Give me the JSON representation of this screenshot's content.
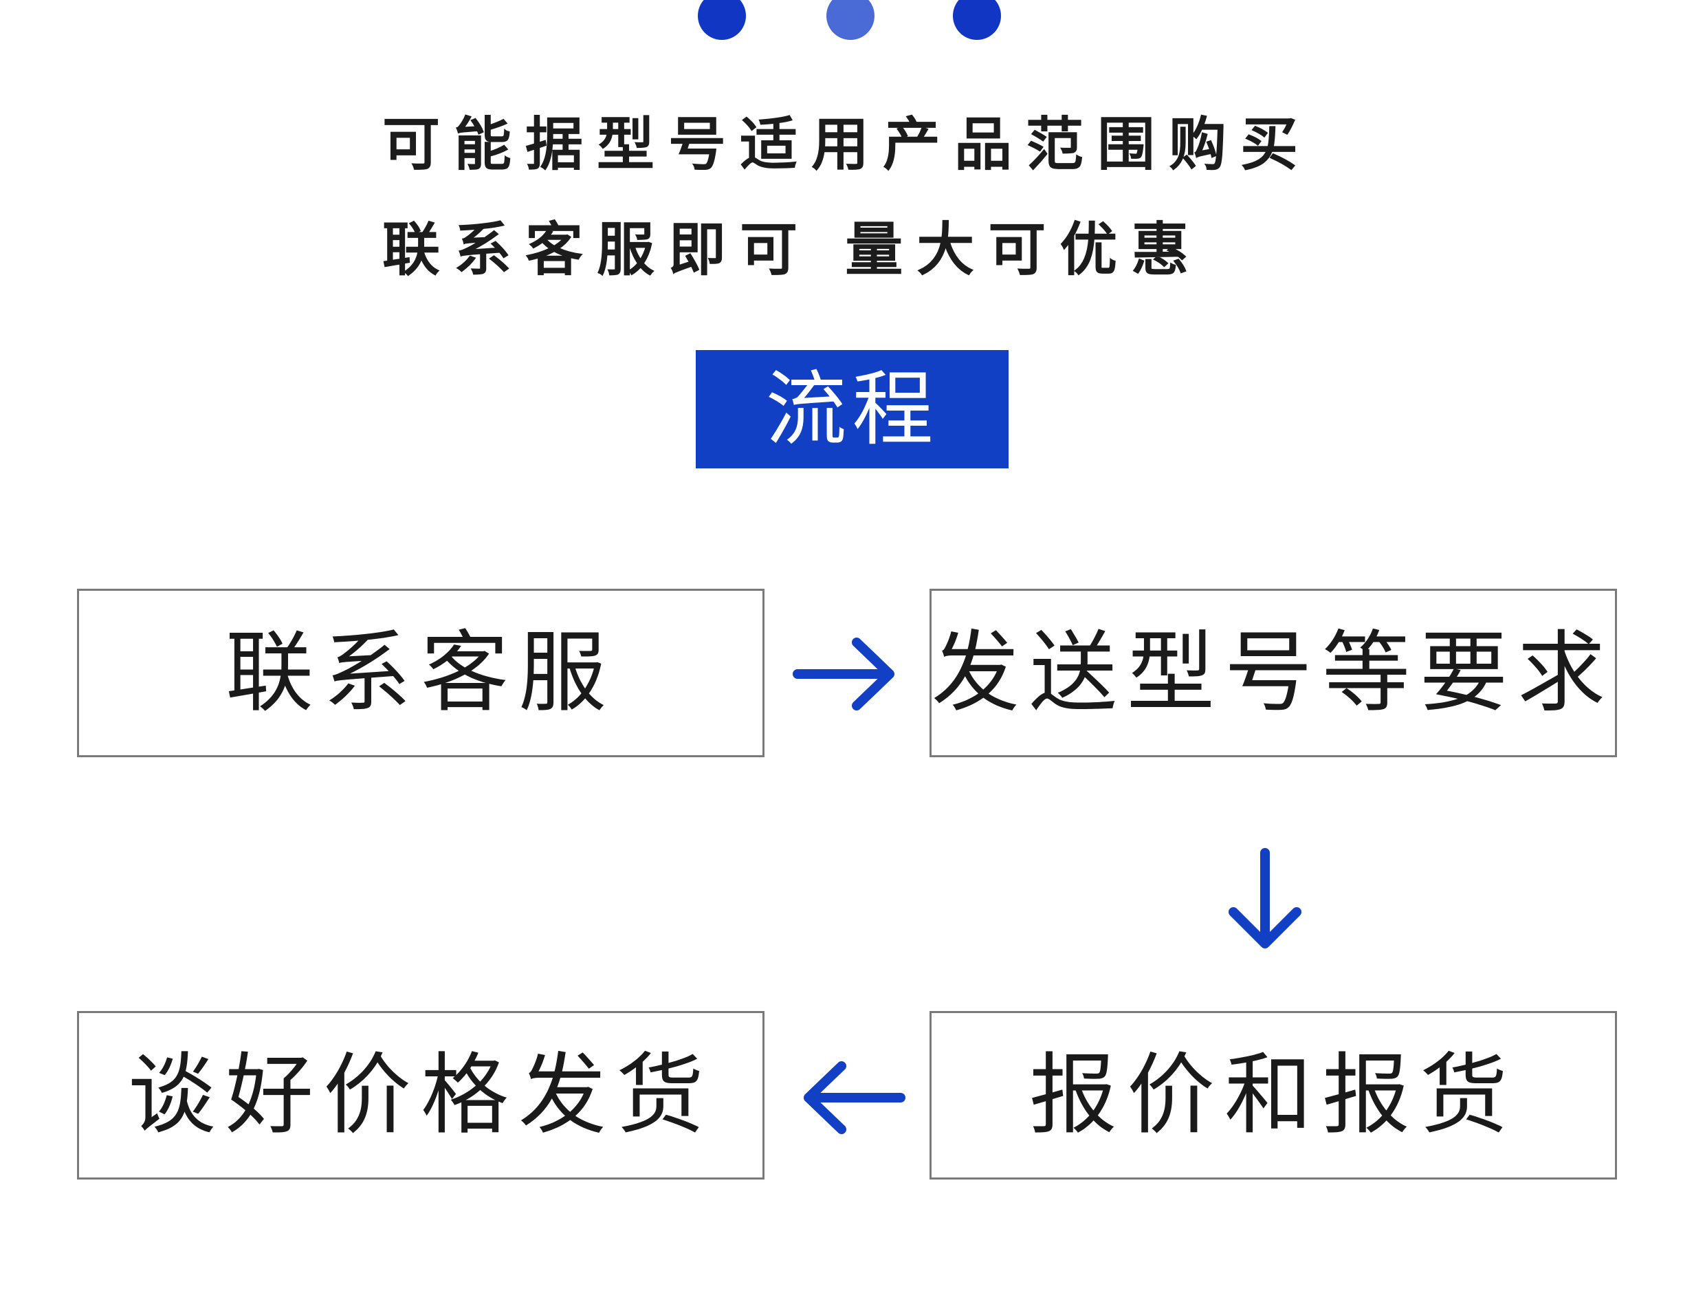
{
  "intro": {
    "line1": "可能据型号适用产品范围购买",
    "line2": "联系客服即可 量大可优惠"
  },
  "section_title": "流程",
  "steps": [
    {
      "label": "联系客服"
    },
    {
      "label": "发送型号等要求"
    },
    {
      "label": "报价和报货"
    },
    {
      "label": "谈好价格发货"
    }
  ],
  "colors": {
    "accent": "#1240c4",
    "dot_light": "#4a6bd6",
    "box_border": "#7a7a7a"
  }
}
